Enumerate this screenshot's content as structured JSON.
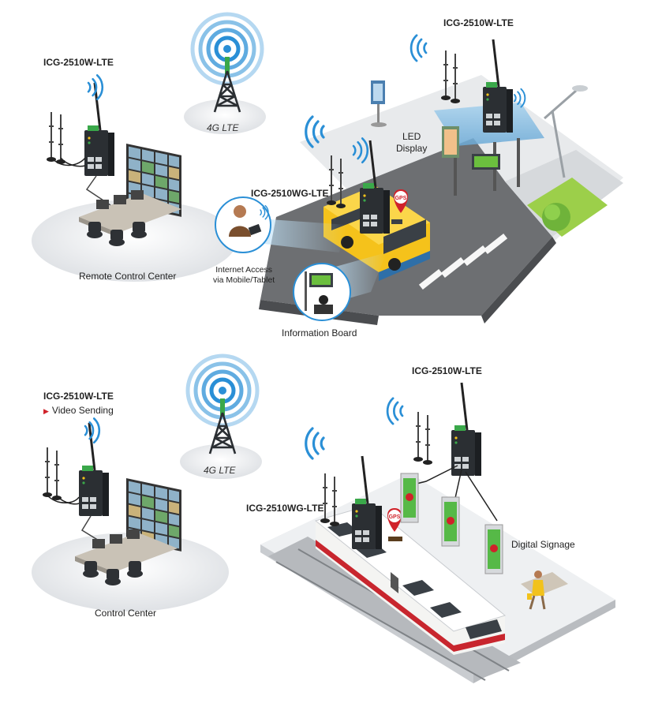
{
  "top": {
    "tower_label": "4G LTE",
    "remote_device_label": "ICG-2510W-LTE",
    "remote_center_label": "Remote Control Center",
    "busstop_device_label": "ICG-2510W-LTE",
    "led_display_label": "LED\nDisplay",
    "bus_device_label": "ICG-2510WG-LTE",
    "mobile_label": "Internet Access\nvia Mobile/Tablet",
    "info_board_label": "Information Board",
    "gps_badge": "GPS"
  },
  "bottom": {
    "tower_label": "4G LTE",
    "control_device_label": "ICG-2510W-LTE",
    "video_sending_label": "Video Sending",
    "control_center_label": "Control Center",
    "station_device_label": "ICG-2510W-LTE",
    "train_device_label": "ICG-2510WG-LTE",
    "digital_signage_label": "Digital Signage",
    "gps_badge": "GPS"
  },
  "colors": {
    "wifi_blue": "#2a8fd6",
    "device_dark": "#2b2f33",
    "device_green": "#3aa84a",
    "bus_yellow": "#f5c21b",
    "road_gray": "#6d6f72",
    "gps_red": "#d0222a",
    "grass_green": "#9ccf4a",
    "train_red": "#c8262e"
  }
}
